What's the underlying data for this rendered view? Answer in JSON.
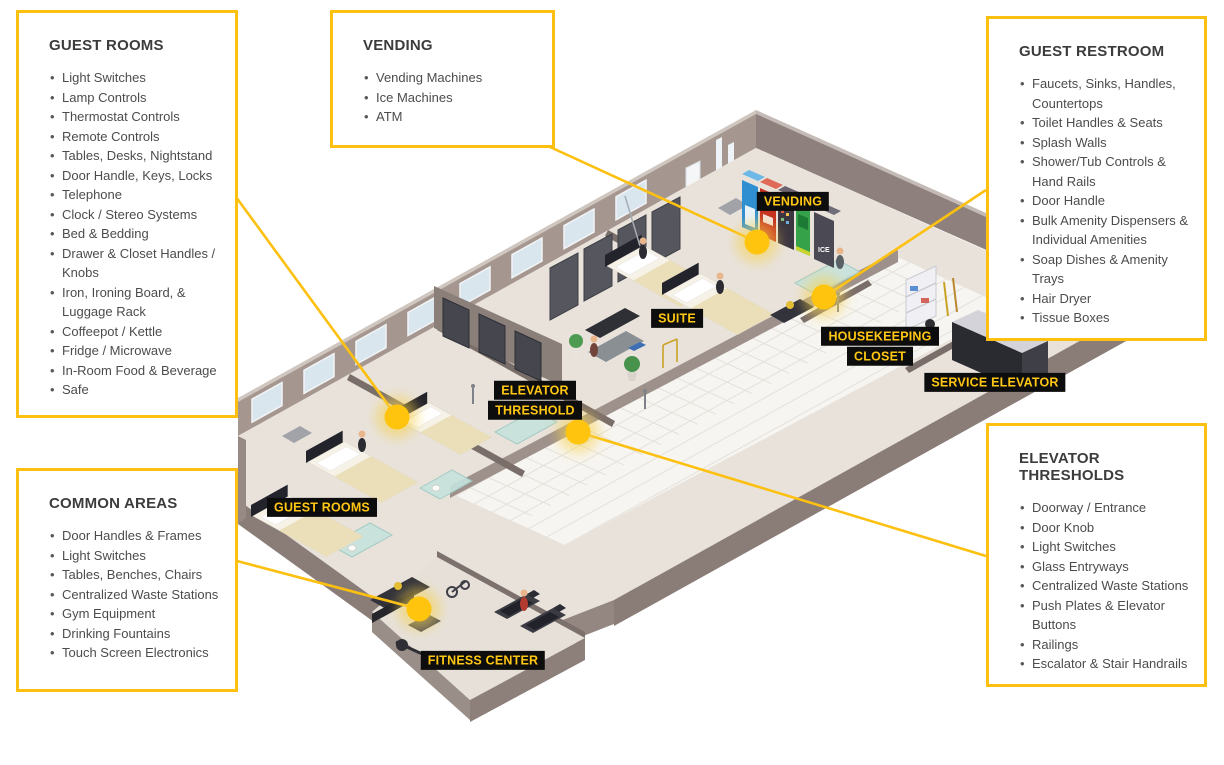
{
  "colors": {
    "accent_yellow": "#FDC010",
    "label_bg": "#0D0D0D",
    "label_text": "#FFC613",
    "title_text": "#3C3C3D",
    "body_text": "#4C4C4E"
  },
  "callouts": [
    {
      "id": "guest-rooms",
      "title": "GUEST ROOMS",
      "items": [
        "Light Switches",
        "Lamp Controls",
        "Thermostat Controls",
        "Remote Controls",
        "Tables, Desks, Nightstand",
        "Door Handle, Keys, Locks",
        "Telephone",
        "Clock / Stereo Systems",
        "Bed & Bedding",
        "Drawer & Closet Handles / Knobs",
        "Iron, Ironing Board, & Luggage Rack",
        "Coffeepot / Kettle",
        "Fridge / Microwave",
        "In-Room Food & Beverage",
        "Safe"
      ]
    },
    {
      "id": "vending",
      "title": "VENDING",
      "items": [
        "Vending Machines",
        "Ice Machines",
        "ATM"
      ]
    },
    {
      "id": "guest-restroom",
      "title": "GUEST RESTROOM",
      "items": [
        "Faucets, Sinks, Handles, Countertops",
        "Toilet Handles & Seats",
        "Splash Walls",
        "Shower/Tub Controls & Hand Rails",
        "Door Handle",
        "Bulk Amenity Dispensers & Individual Amenities",
        "Soap Dishes & Amenity Trays",
        "Hair Dryer",
        "Tissue Boxes"
      ]
    },
    {
      "id": "common-areas",
      "title": "COMMON AREAS",
      "items": [
        "Door Handles & Frames",
        "Light Switches",
        "Tables, Benches, Chairs",
        "Centralized Waste Stations",
        "Gym Equipment",
        "Drinking Fountains",
        "Touch Screen Electronics"
      ]
    },
    {
      "id": "elevator-thresholds",
      "title": "ELEVATOR THRESHOLDS",
      "items": [
        "Doorway / Entrance",
        "Door Knob",
        "Light Switches",
        "Glass Entryways",
        "Centralized Waste Stations",
        "Push Plates & Elevator Buttons",
        "Railings",
        "Escalator & Stair Handrails"
      ]
    }
  ],
  "map_labels": [
    {
      "id": "vending",
      "text": "VENDING"
    },
    {
      "id": "suite",
      "text": "SUITE"
    },
    {
      "id": "housekeeping-closet",
      "text": "HOUSEKEEPING CLOSET"
    },
    {
      "id": "service-elevator",
      "text": "SERVICE ELEVATOR"
    },
    {
      "id": "elevator-threshold",
      "text": "ELEVATOR THRESHOLD"
    },
    {
      "id": "guest-rooms",
      "text": "GUEST ROOMS"
    },
    {
      "id": "fitness-center",
      "text": "FITNESS CENTER"
    }
  ],
  "map_text": {
    "ice_machine": "ICE"
  }
}
